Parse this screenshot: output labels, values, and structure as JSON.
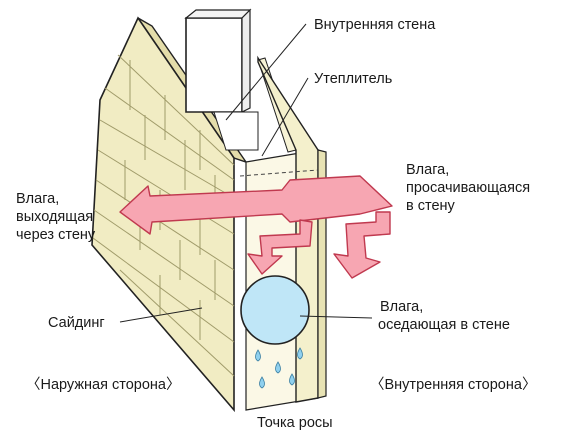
{
  "labels": {
    "inner_wall": "Внутренняя стена",
    "insulation": "Утеплитель",
    "moisture_in": [
      "Влага,",
      "просачивающаяся",
      "в стену"
    ],
    "moisture_out": [
      "Влага,",
      "выходящая",
      "через стену"
    ],
    "siding": "Сайдинг",
    "moisture_settling": [
      "Влага,",
      "оседающая в стене"
    ],
    "outer_side": "〈Наружная сторона〉",
    "inner_side": "〈Внутренняя сторона〉",
    "dew_point": "Точка росы"
  },
  "colors": {
    "siding_face": "#f1ecc3",
    "siding_lines": "#a09b6a",
    "wall_face": "#f7f3d6",
    "arrow_fill": "#f7a6b2",
    "arrow_stroke": "#c0394f",
    "bubble": "#bfe6f7",
    "drop": "#8fd0ee",
    "outline": "#222222"
  }
}
